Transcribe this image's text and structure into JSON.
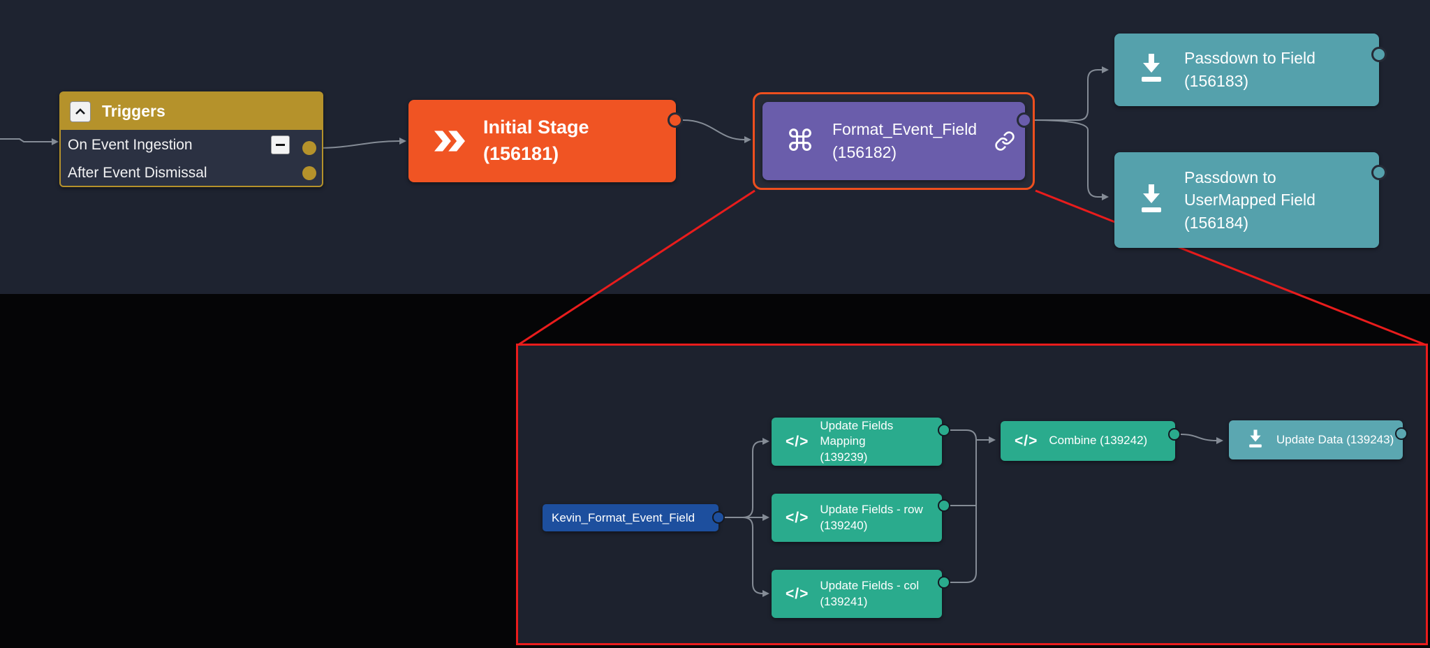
{
  "scene": {
    "icons": {
      "code": "</>",
      "command": "⌘"
    },
    "triggers": {
      "title": "Triggers",
      "rows": [
        {
          "label": "On Event Ingestion"
        },
        {
          "label": "After Event Dismissal"
        }
      ]
    },
    "nodes": {
      "initial_stage": {
        "label": "Initial Stage",
        "id": "(156181)"
      },
      "format_event_field": {
        "label": "Format_Event_Field",
        "id": "(156182)"
      },
      "passdown_field": {
        "label": "Passdown to Field",
        "id": "(156183)"
      },
      "passdown_usermapped": {
        "label": "Passdown to UserMapped Field",
        "id": "(156184)"
      }
    },
    "inset": {
      "kevin": {
        "label": "Kevin_Format_Event_Field"
      },
      "update_fields_mapping": {
        "label": "Update Fields Mapping",
        "id": "(139239)"
      },
      "update_fields_row": {
        "label": "Update Fields - row",
        "id": "(139240)"
      },
      "update_fields_col": {
        "label": "Update Fields - col",
        "id": "(139241)"
      },
      "combine": {
        "label": "Combine",
        "id": "(139242)"
      },
      "update_data": {
        "label": "Update Data",
        "id": "(139243)"
      }
    },
    "colors": {
      "trigger_gold": "#b5922b",
      "stage_orange": "#f05423",
      "selection_orange": "#ee4f1e",
      "workflow_purple": "#6a5dab",
      "passdown_teal": "#55a1ac",
      "update_data_teal": "#5ba7b1",
      "code_green": "#2aab8d",
      "kevin_blue": "#1d4f9e",
      "connector_gray": "#858c96",
      "highlight_red": "#e91c1c",
      "band_background": "#1e2330",
      "page_background": "#050506"
    }
  }
}
